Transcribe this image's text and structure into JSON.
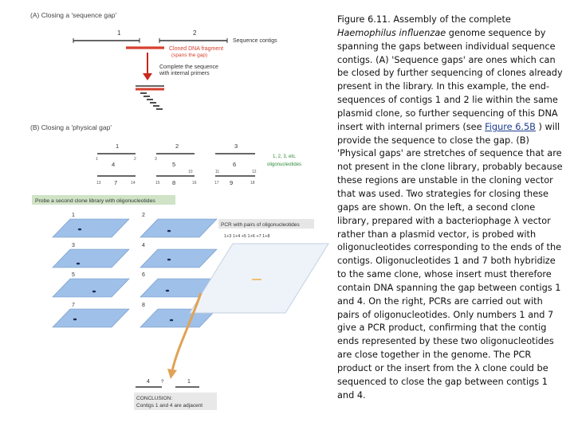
{
  "figure": {
    "panel_a": {
      "title": "(A) Closing a 'sequence gap'",
      "contig1": "1",
      "contig2": "2",
      "sequence_contigs": "Sequence contigs",
      "clone_label_1": "Cloned DNA fragment",
      "clone_label_2": "(spans the gap)",
      "complete_1": "Complete the sequence",
      "complete_2": "with internal primers"
    },
    "panel_b": {
      "title": "(B) Closing a 'physical gap'",
      "contigs": [
        "1",
        "2",
        "3"
      ],
      "oligos": [
        "4",
        "5",
        "6",
        "7",
        "8",
        "9"
      ],
      "small_numbers": [
        "1",
        "2",
        "3",
        "10",
        "11",
        "12",
        "13",
        "14",
        "15",
        "16",
        "17",
        "18"
      ],
      "oligo_legend_1": "1, 2, 3, etc.",
      "oligo_legend_2": "oligonucleotides",
      "probe_banner": "Probe a second clone library with oligonucleotides",
      "plate_labels": [
        "1",
        "2",
        "3",
        "4",
        "5",
        "6",
        "7",
        "8"
      ],
      "pcr_banner": "PCR with pairs of oligonucleotides",
      "pcr_lanes": "1+3  1+4  +5  1+6  +7  1+8",
      "bottom_4": "4",
      "bottom_q": "?",
      "bottom_1": "1",
      "conclusion_1": "CONCLUSION:",
      "conclusion_2": "Contigs 1 and 4 are adjacent"
    },
    "colors": {
      "clone_red": "#d6402f",
      "arrow_red": "#c8281e",
      "plate_blue": "#9fc0e8",
      "banner_green": "#cfe3c6",
      "legend_green": "#2f8c3a",
      "arrow_orange": "#e0a255",
      "conclusion_bg": "#e8e8e8"
    }
  },
  "caption": {
    "label": "Figure 6.11.",
    "t1": " Assembly of the complete ",
    "species": "Haemophilus influenzae",
    "t2": " genome sequence by spanning the gaps between individual sequence contigs. (A) 'Sequence gaps' are ones which can be closed by further sequencing of clones already present in the library. In this example, the end-sequences of contigs 1 and 2 lie within the same plasmid clone, so further sequencing of this DNA insert with internal primers (see ",
    "link": "Figure 6.5B",
    "t3": " ) will provide the sequence to close the gap. (B) 'Physical gaps' are stretches of sequence that are not present in the clone library, probably because these regions are unstable in the cloning vector that was used. Two strategies for closing these gaps are shown. On the left, a second clone library, prepared with a bacteriophage λ vector rather than a plasmid vector, is probed with oligonucleotides corresponding to the ends of the contigs. Oligonucleotides 1 and 7 both hybridize to the same clone, whose insert must therefore contain DNA spanning the gap between contigs 1 and 4. On the right, PCRs are carried out with pairs of oligonucleotides. Only numbers 1 and 7 give a PCR product, confirming that the contig ends represented by these two oligonucleotides are close together in the genome. The PCR product or the insert from the λ clone could be sequenced to close the gap between contigs 1 and 4."
  }
}
